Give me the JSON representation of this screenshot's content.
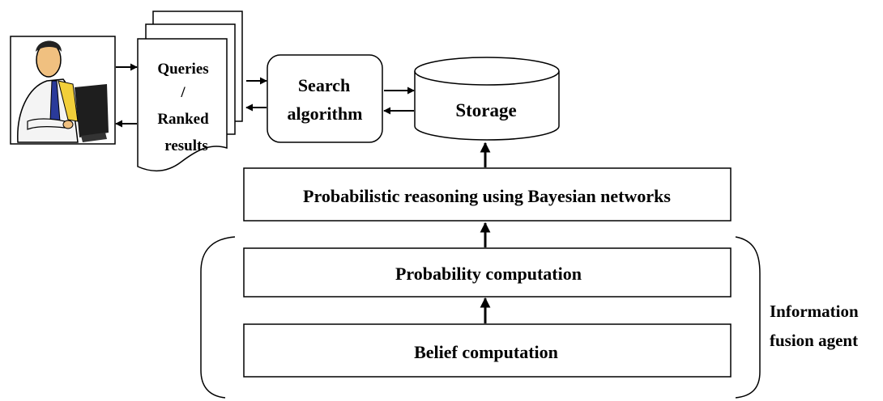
{
  "diagram": {
    "documents": {
      "line1": "Queries",
      "line2": "/",
      "line3": "Ranked",
      "line4": "results"
    },
    "search": {
      "line1": "Search",
      "line2": "algorithm"
    },
    "storage": {
      "label": "Storage"
    },
    "reasoning": {
      "label": "Probabilistic reasoning using Bayesian networks"
    },
    "probability": {
      "label": "Probability computation"
    },
    "belief": {
      "label": "Belief computation"
    },
    "agent": {
      "line1": "Information",
      "line2": "fusion agent"
    }
  },
  "colors": {
    "stroke": "#000000",
    "skin": "#f0c080",
    "shirt": "#f4f4f4",
    "tie": "#2a3a9a",
    "vest": "#f2cf3a",
    "monitor": "#1e1e1e"
  },
  "icons": {
    "user": "user-at-computer-icon"
  }
}
